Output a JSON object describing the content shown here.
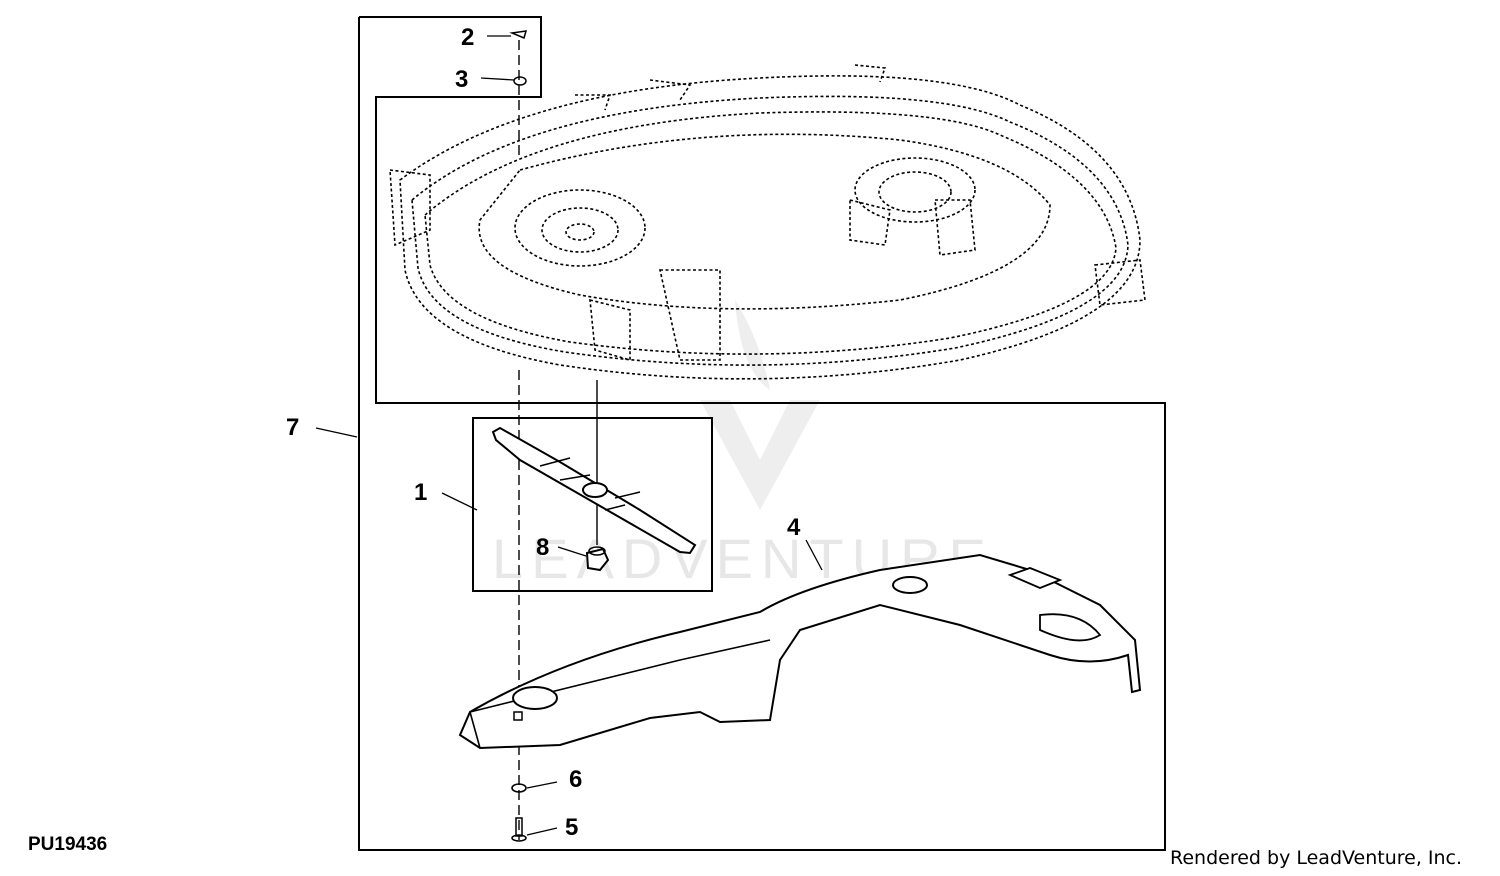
{
  "diagram_id": "PU19436",
  "footer": "Rendered by LeadVenture, Inc.",
  "watermark": "LEADVENTURE",
  "callouts": {
    "c1": "1",
    "c2": "2",
    "c3": "3",
    "c4": "4",
    "c5": "5",
    "c6": "6",
    "c7": "7",
    "c8": "8"
  }
}
